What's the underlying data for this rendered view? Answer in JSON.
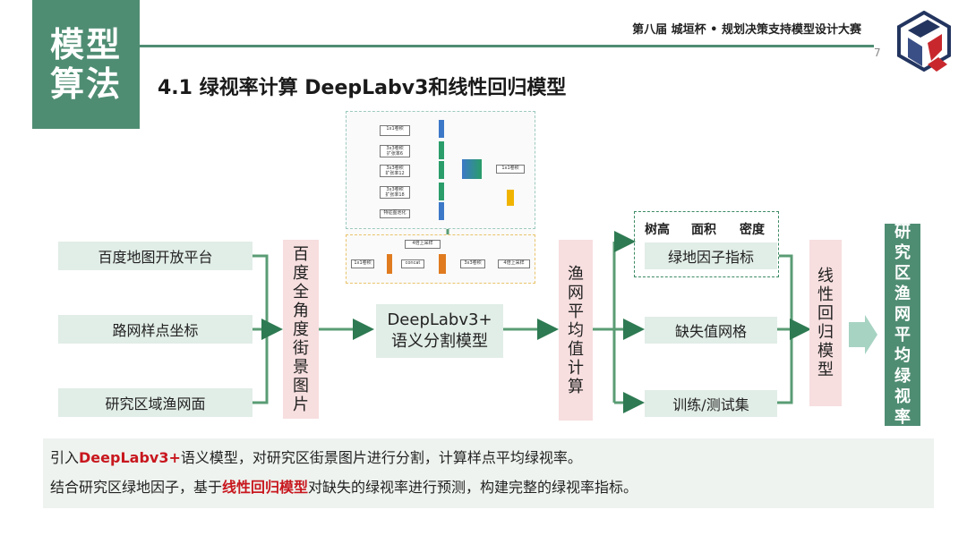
{
  "header": {
    "badge_line1": "模型",
    "badge_line2": "算法",
    "contest": "第八届 城垣杯 • 规划决策支持模型设计大赛",
    "page_number": "7",
    "title": "4.1 绿视率计算   DeepLabv3和线性回归模型"
  },
  "network_figure": {
    "branches": [
      "1x1卷积",
      "3x3卷积",
      "扩张率6",
      "3x3卷积",
      "扩张率12",
      "3x3卷积",
      "扩张率18",
      "特征图池化"
    ],
    "conv_after_concat": "1x1卷积",
    "upsample": "4倍上采样",
    "decoder": [
      "1x1卷积",
      "concat",
      "3x3卷积",
      "4倍上采样"
    ]
  },
  "inputs": [
    {
      "label": "百度地图开放平台"
    },
    {
      "label": "路网样点坐标"
    },
    {
      "label": "研究区域渔网面"
    }
  ],
  "street_images": [
    "百",
    "度",
    "全",
    "角",
    "度",
    "街",
    "景",
    "图",
    "片"
  ],
  "model": {
    "line1": "DeepLabv3+",
    "line2": "语义分割模型"
  },
  "fishnet_avg": [
    "渔",
    "网",
    "平",
    "均",
    "值",
    "计",
    "算"
  ],
  "factors": {
    "words": [
      "树高",
      "面积",
      "密度"
    ],
    "label": "绿地因子指标"
  },
  "missing_grid": "缺失值网格",
  "train_test": "训练/测试集",
  "linreg": [
    "线",
    "性",
    "回",
    "归",
    "模",
    "型"
  ],
  "result": [
    "研",
    "究",
    "区",
    "渔",
    "网",
    "平",
    "均",
    "绿",
    "视",
    "率"
  ],
  "bottom": {
    "l1_a": "引入",
    "l1_hl": "DeepLabv3+",
    "l1_b": "语义模型，对研究区街景图片进行分割，计算样点平均绿视率。",
    "l2_a": "结合研究区绿地因子，基于",
    "l2_hl": "线性回归模型",
    "l2_b": "对缺失的绿视率进行预测，构建完整的绿视率指标。"
  },
  "colors": {
    "accent": "#4f8d73",
    "soft_green": "#e1ede7",
    "soft_pink": "#f7dedf",
    "highlight": "#c8171e"
  }
}
